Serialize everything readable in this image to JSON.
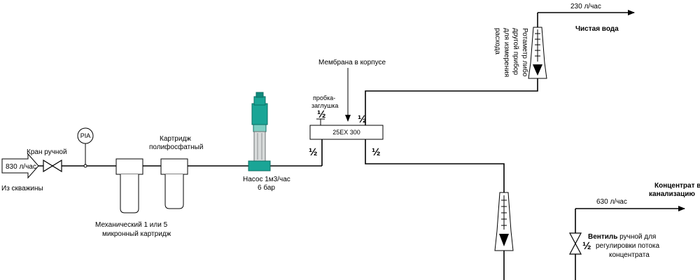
{
  "inlet": {
    "flow": "830 л/час",
    "label": "Из скважины"
  },
  "valve_label": "Кран ручной",
  "gauge_label": "PIA",
  "cartridge_poly": {
    "line1": "Картридж",
    "line2": "полифосфатный"
  },
  "cartridge_mech": {
    "line1": "Механический 1 или 5",
    "line2": "микронный картридж"
  },
  "pump": {
    "line1": "Насос 1м3/час",
    "line2": "6 бар"
  },
  "membrane": {
    "label": "Мембрана в корпусе",
    "model": "25EX 300"
  },
  "plug": {
    "line1": "пробка-",
    "line2": "заглушка"
  },
  "half": "½",
  "clean_water": {
    "flow": "230 л/час",
    "label": "Чистая вода"
  },
  "rotameter_note": [
    "Ротаметр либо",
    "другой прибор",
    "для измерения",
    "расхода"
  ],
  "concentrate": {
    "line1": "Концентрат в",
    "line2": "канализацию",
    "flow": "630 л/час"
  },
  "conc_valve": {
    "bold": "Вентиль",
    "rest": " ручной для",
    "line2": "регулировки потока",
    "line3": "концентрата"
  }
}
